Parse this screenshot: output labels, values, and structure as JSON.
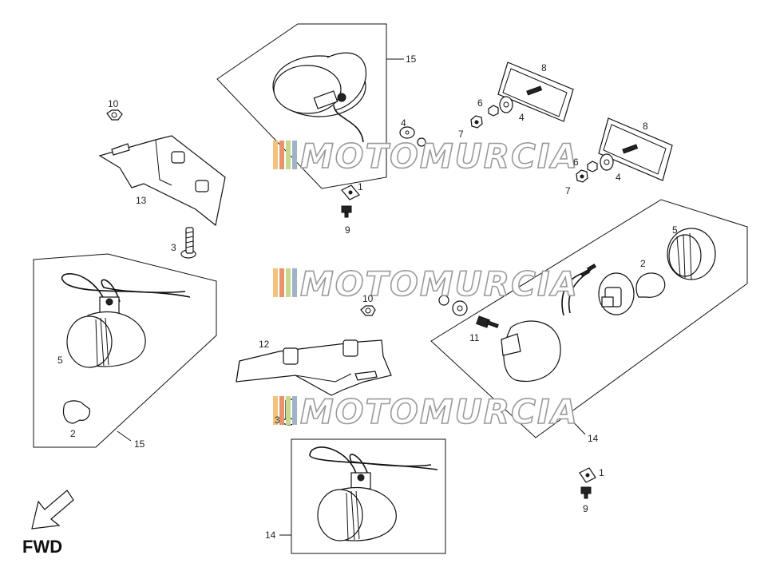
{
  "watermark": {
    "text": "MOTOMURCIA"
  },
  "direction": {
    "label": "FWD"
  },
  "callouts": {
    "c1a": "1",
    "c1b": "1",
    "c2a": "2",
    "c2b": "2",
    "c3a": "3",
    "c3b": "3",
    "c4a": "4",
    "c4b": "4",
    "c4c": "4",
    "c5a": "5",
    "c5b": "5",
    "c6a": "6",
    "c6b": "6",
    "c7a": "7",
    "c7b": "7",
    "c8a": "8",
    "c8b": "8",
    "c9a": "9",
    "c9b": "9",
    "c10a": "10",
    "c10b": "10",
    "c11": "11",
    "c12": "12",
    "c13": "13",
    "c14a": "14",
    "c14b": "14",
    "c15a": "15",
    "c15b": "15"
  }
}
